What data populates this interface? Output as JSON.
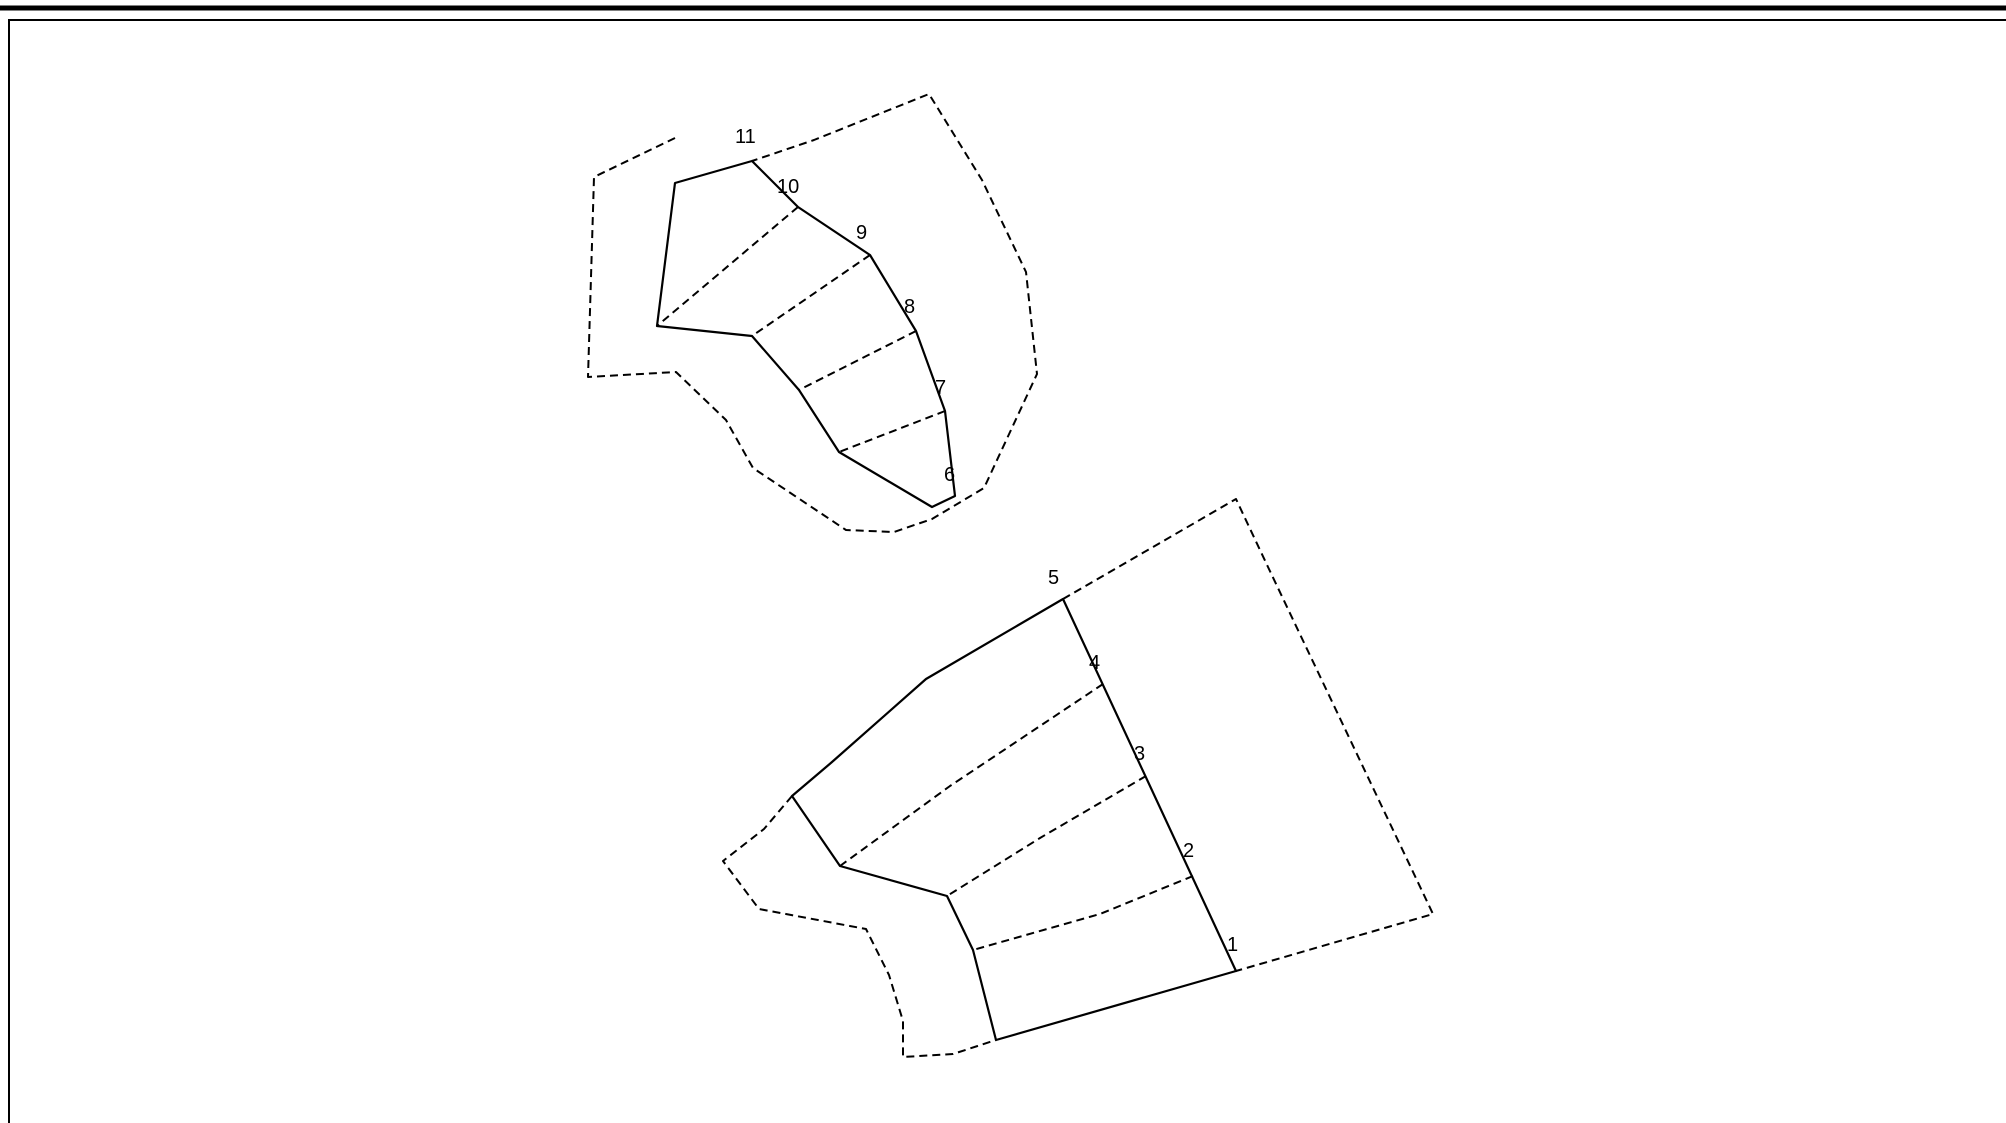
{
  "diagram": {
    "point_labels": [
      "1",
      "2",
      "3",
      "4",
      "5",
      "6",
      "7",
      "8",
      "9",
      "10",
      "11"
    ]
  }
}
